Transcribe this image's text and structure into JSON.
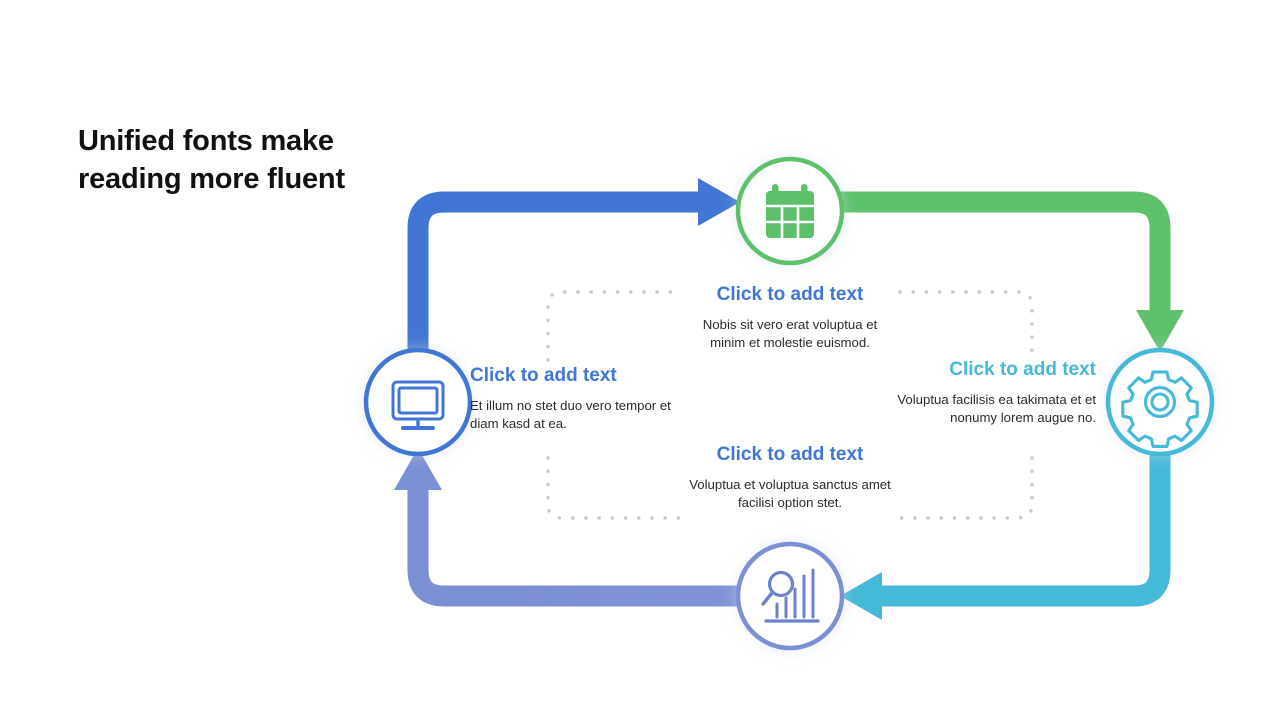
{
  "slide": {
    "title": "Unified fonts make\nreading more fluent",
    "background_color": "#ffffff"
  },
  "colors": {
    "royal_blue": "#4176d4",
    "green": "#5cc16a",
    "cyan": "#45b9d8",
    "periwinkle": "#7b8fd4",
    "dotted_guide": "#c9c9c9",
    "body_text": "#2b2b2b"
  },
  "nodes": [
    {
      "id": "monitor",
      "icon": "monitor-icon",
      "position": "left",
      "ring_color": "#4176d4",
      "icon_color": "#4176d4"
    },
    {
      "id": "calendar",
      "icon": "calendar-icon",
      "position": "top",
      "ring_color": "#5cc16a",
      "icon_color": "#5cc16a"
    },
    {
      "id": "gear",
      "icon": "gear-icon",
      "position": "right",
      "ring_color": "#45b9d8",
      "icon_color": "#45b9d8"
    },
    {
      "id": "analytics",
      "icon": "chart-search-icon",
      "position": "bottom",
      "ring_color": "#7b8fd4",
      "icon_color": "#7b8fd4"
    }
  ],
  "arrows": [
    {
      "id": "monitor-to-calendar",
      "from": "monitor",
      "to": "calendar",
      "color": "#4176d4",
      "direction": "right"
    },
    {
      "id": "calendar-to-gear",
      "from": "calendar",
      "to": "gear",
      "color": "#5cc16a",
      "direction": "down"
    },
    {
      "id": "gear-to-analytics",
      "from": "gear",
      "to": "analytics",
      "color": "#45b9d8",
      "direction": "left"
    },
    {
      "id": "analytics-to-monitor",
      "from": "analytics",
      "to": "monitor",
      "color": "#7b8fd4",
      "direction": "up"
    }
  ],
  "blocks": {
    "top": {
      "heading": "Click to add text",
      "body": "Nobis sit vero erat voluptua et minim et molestie euismod."
    },
    "left": {
      "heading": "Click to add text",
      "body": "Et illum no stet duo vero tempor et diam kasd at ea."
    },
    "right": {
      "heading": "Click to add text",
      "body": "Voluptua facilisis ea takimata et et nonumy lorem augue no."
    },
    "bottom": {
      "heading": "Click to add text",
      "body": "Voluptua et voluptua sanctus amet facilisi option stet."
    }
  }
}
